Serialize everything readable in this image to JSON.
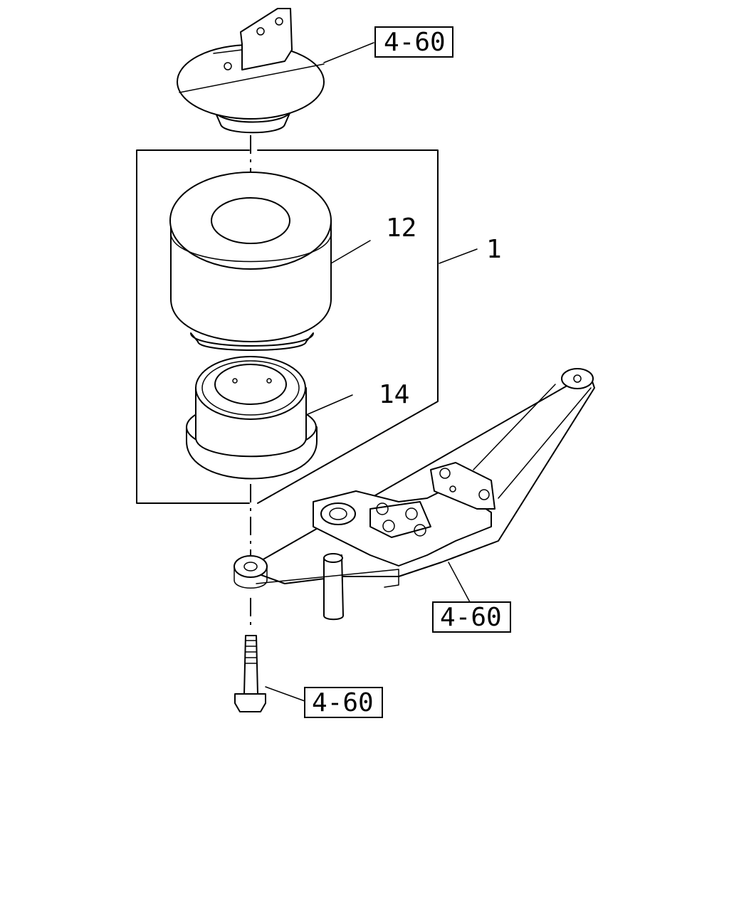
{
  "callouts": {
    "top_ref": "4-60",
    "part_12": "12",
    "part_1": "1",
    "part_14": "14",
    "bracket_ref": "4-60",
    "bolt_ref": "4-60"
  }
}
